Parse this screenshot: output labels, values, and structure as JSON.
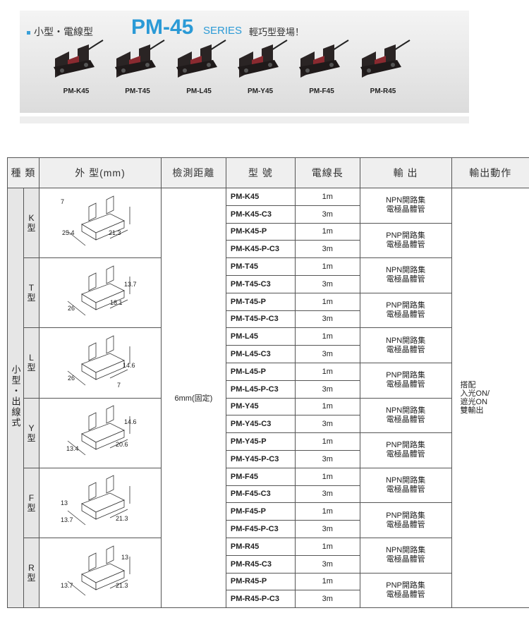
{
  "banner": {
    "subtitle": "小型・電線型",
    "title": "PM-45",
    "series": "SERIES",
    "tagline": "輕巧型登場！",
    "products": [
      "PM-K45",
      "PM-T45",
      "PM-L45",
      "PM-Y45",
      "PM-F45",
      "PM-R45"
    ]
  },
  "table": {
    "headers": [
      "種 類",
      "外 型(mm)",
      "檢測距離",
      "型 號",
      "電線長",
      "輸 出",
      "輸出動作"
    ],
    "category": "小型・出線式",
    "distance": "6mm(固定)",
    "action": "搭配\n入光ON/\n遮光ON\n雙輸出",
    "outputs": {
      "npn": "NPN開路集\n電極晶體管",
      "pnp": "PNP開路集\n電極晶體管"
    },
    "groups": [
      {
        "type": "K\n型",
        "dims": [
          "7",
          "25.4",
          "21.3"
        ],
        "rows": [
          [
            "PM-K45",
            "1m"
          ],
          [
            "PM-K45-C3",
            "3m"
          ],
          [
            "PM-K45-P",
            "1m"
          ],
          [
            "PM-K45-P-C3",
            "3m"
          ]
        ]
      },
      {
        "type": "T\n型",
        "dims": [
          "13.7",
          "26",
          "18.1"
        ],
        "rows": [
          [
            "PM-T45",
            "1m"
          ],
          [
            "PM-T45-C3",
            "3m"
          ],
          [
            "PM-T45-P",
            "1m"
          ],
          [
            "PM-T45-P-C3",
            "3m"
          ]
        ]
      },
      {
        "type": "L\n型",
        "dims": [
          "14.6",
          "26",
          "7"
        ],
        "rows": [
          [
            "PM-L45",
            "1m"
          ],
          [
            "PM-L45-C3",
            "3m"
          ],
          [
            "PM-L45-P",
            "1m"
          ],
          [
            "PM-L45-P-C3",
            "3m"
          ]
        ]
      },
      {
        "type": "Y\n型",
        "dims": [
          "14.6",
          "13.4",
          "20.6"
        ],
        "rows": [
          [
            "PM-Y45",
            "1m"
          ],
          [
            "PM-Y45-C3",
            "3m"
          ],
          [
            "PM-Y45-P",
            "1m"
          ],
          [
            "PM-Y45-P-C3",
            "3m"
          ]
        ]
      },
      {
        "type": "F\n型",
        "dims": [
          "13",
          "13.7",
          "21.3"
        ],
        "rows": [
          [
            "PM-F45",
            "1m"
          ],
          [
            "PM-F45-C3",
            "3m"
          ],
          [
            "PM-F45-P",
            "1m"
          ],
          [
            "PM-F45-P-C3",
            "3m"
          ]
        ]
      },
      {
        "type": "R\n型",
        "dims": [
          "13",
          "13.7",
          "21.3"
        ],
        "rows": [
          [
            "PM-R45",
            "1m"
          ],
          [
            "PM-R45-C3",
            "3m"
          ],
          [
            "PM-R45-P",
            "1m"
          ],
          [
            "PM-R45-P-C3",
            "3m"
          ]
        ]
      }
    ]
  },
  "colors": {
    "accent": "#2b9ad6",
    "header_bg": "#efefef",
    "category_bg": "#e6e6e6"
  }
}
